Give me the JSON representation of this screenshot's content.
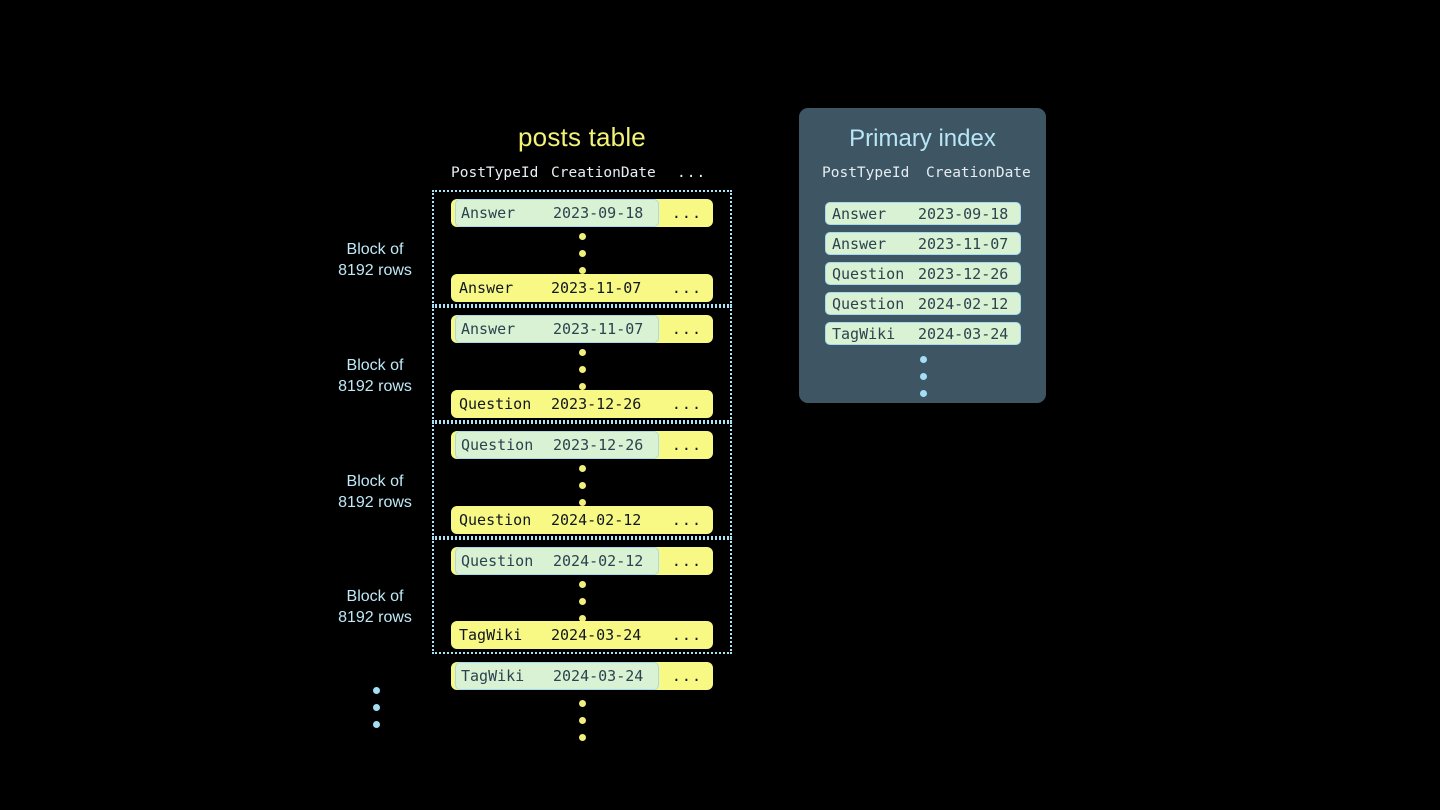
{
  "background_color": "#000000",
  "colors": {
    "row_yellow": "#f8f884",
    "highlight_green": "#d9f2d3",
    "highlight_border": "#a6dbef",
    "accent_blue": "#a5dff5",
    "title_yellow": "#f2f277",
    "panel_slate": "#3e5663",
    "panel_title_blue": "#b8e6f7",
    "dot_yellow": "#f0f07a",
    "text_dark": "#11171d",
    "text_slate": "#2b4250"
  },
  "posts_table": {
    "title": "posts table",
    "headers": {
      "post_type_id": "PostTypeId",
      "creation_date": "CreationDate",
      "more": "..."
    },
    "row_more": "...",
    "blocks": [
      {
        "label_line1": "Block of",
        "label_line2": "8192 rows",
        "first_row": {
          "post_type_id": "Answer",
          "creation_date": "2023-09-18",
          "highlighted": true
        },
        "last_row": {
          "post_type_id": "Answer",
          "creation_date": "2023-11-07",
          "highlighted": false
        }
      },
      {
        "label_line1": "Block of",
        "label_line2": "8192 rows",
        "first_row": {
          "post_type_id": "Answer",
          "creation_date": "2023-11-07",
          "highlighted": true
        },
        "last_row": {
          "post_type_id": "Question",
          "creation_date": "2023-12-26",
          "highlighted": false
        }
      },
      {
        "label_line1": "Block of",
        "label_line2": "8192 rows",
        "first_row": {
          "post_type_id": "Question",
          "creation_date": "2023-12-26",
          "highlighted": true
        },
        "last_row": {
          "post_type_id": "Question",
          "creation_date": "2024-02-12",
          "highlighted": false
        }
      },
      {
        "label_line1": "Block of",
        "label_line2": "8192 rows",
        "first_row": {
          "post_type_id": "Question",
          "creation_date": "2024-02-12",
          "highlighted": true
        },
        "last_row": {
          "post_type_id": "TagWiki",
          "creation_date": "2024-03-24",
          "highlighted": false
        }
      }
    ],
    "trailing_row": {
      "post_type_id": "TagWiki",
      "creation_date": "2024-03-24",
      "highlighted": true
    }
  },
  "primary_index": {
    "title": "Primary index",
    "headers": {
      "post_type_id": "PostTypeId",
      "creation_date": "CreationDate"
    },
    "rows": [
      {
        "post_type_id": "Answer",
        "creation_date": "2023-09-18"
      },
      {
        "post_type_id": "Answer",
        "creation_date": "2023-11-07"
      },
      {
        "post_type_id": "Question",
        "creation_date": "2023-12-26"
      },
      {
        "post_type_id": "Question",
        "creation_date": "2024-02-12"
      },
      {
        "post_type_id": "TagWiki",
        "creation_date": "2024-03-24"
      }
    ]
  }
}
